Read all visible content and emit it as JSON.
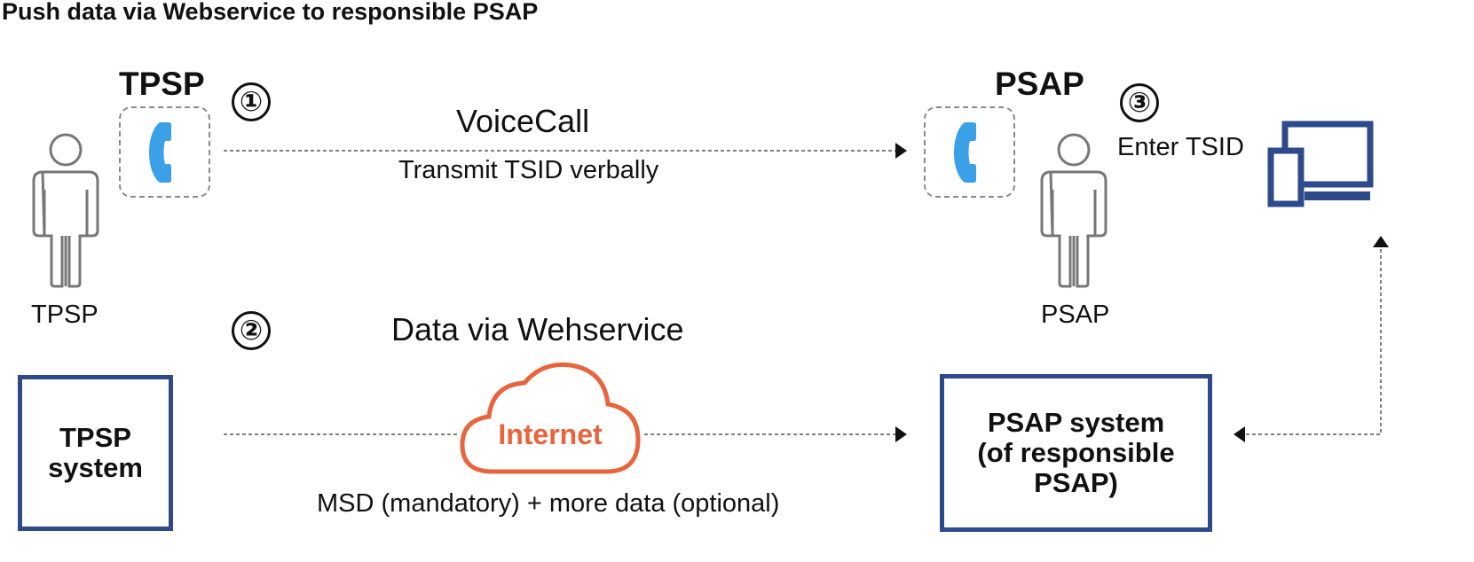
{
  "title": "Push data via Webservice to responsible PSAP",
  "left": {
    "heading": "TPSP",
    "person_label": "TPSP",
    "system_label": "TPSP\nsystem"
  },
  "right": {
    "heading": "PSAP",
    "person_label": "PSAP",
    "system_label": "PSAP system\n(of responsible\nPSAP)"
  },
  "steps": {
    "step1": "①",
    "step2": "②",
    "step3": "③"
  },
  "voice": {
    "label": "VoiceCall",
    "sub": "Transmit TSID verbally"
  },
  "data": {
    "label": "Data via Wehservice",
    "cloud": "Internet",
    "sub": "MSD (mandatory) + more data (optional)"
  },
  "enter_tsid": "Enter TSID",
  "colors": {
    "phone": "#3aa0e8",
    "system_border": "#2d4a8a",
    "cloud": "#e8643c",
    "person": "#777777",
    "dotted": "#555555"
  },
  "icons": {
    "phone": "phone-icon",
    "person": "person-icon",
    "computer": "computer-icon",
    "cloud": "cloud-icon"
  }
}
